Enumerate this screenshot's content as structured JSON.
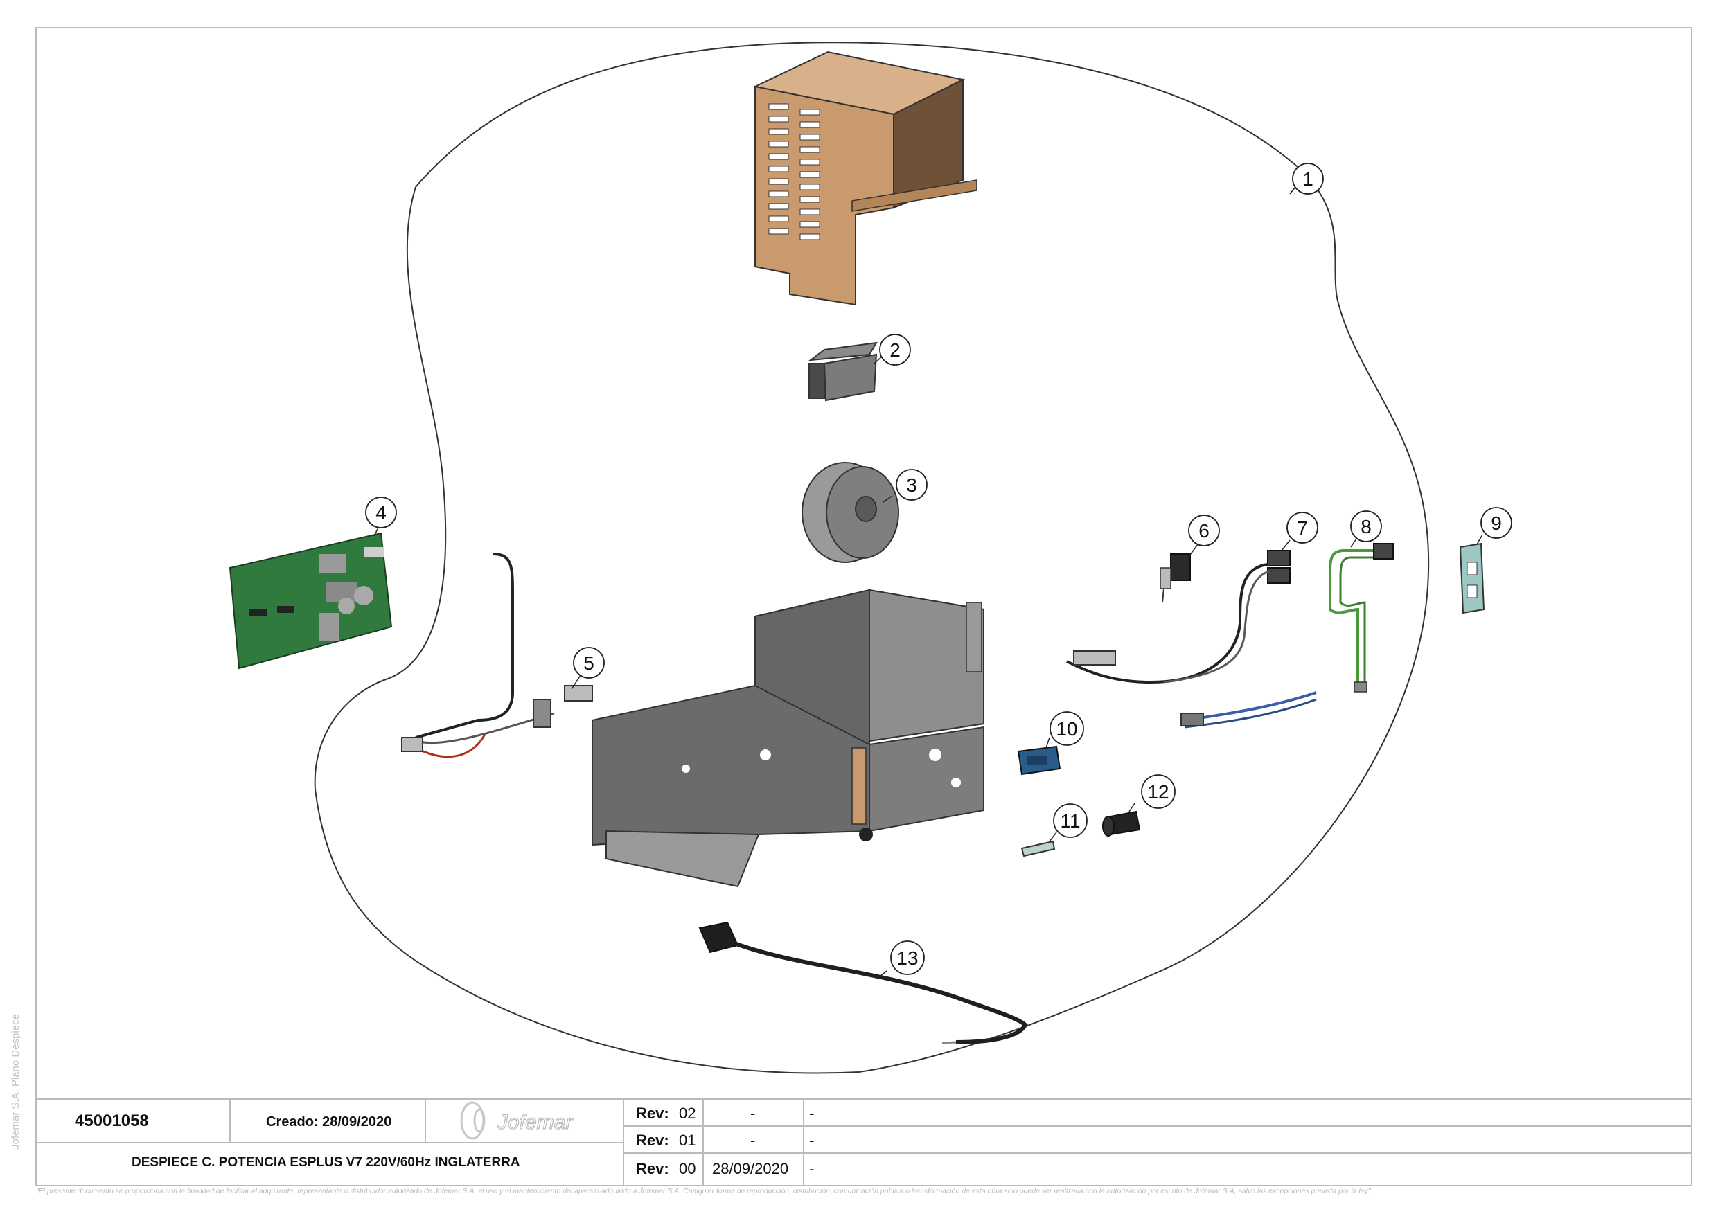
{
  "drawing": {
    "part_number": "45001058",
    "created": "Creado: 28/09/2020",
    "company": "Jofemar",
    "title": "DESPIECE C. POTENCIA ESPLUS V7 220V/60Hz INGLATERRA",
    "side_label": "Jofemar S.A. Plano Despiece",
    "disclaimer": "\"El presente documento se proporciona con la finalidad de facilitar al adquirente, representante o distribuidor autorizado de Jofemar S.A. el uso y el mantenimiento del aparato adquirido a Jofemar S.A. Cualquier forma de reproducción, distribución, comunicación pública o transformación de esta obra solo puede ser realizada con la autorización por escrito de Jofemar S.A, salvo las excepciones prevista por la ley\"."
  },
  "revisions": [
    {
      "label": "Rev:",
      "number": "02",
      "date": "-",
      "note": "-"
    },
    {
      "label": "Rev:",
      "number": "01",
      "date": "-",
      "note": "-"
    },
    {
      "label": "Rev:",
      "number": "00",
      "date": "28/09/2020",
      "note": "-"
    }
  ],
  "callouts": [
    "1",
    "2",
    "3",
    "4",
    "5",
    "6",
    "7",
    "8",
    "9",
    "10",
    "11",
    "12",
    "13"
  ],
  "colors": {
    "cover": "#c99a6e",
    "chassis": "#6b6b6b",
    "pcb": "#2f7a3c",
    "green_wire": "#4a9a3a",
    "blue_wire": "#3a5fa8",
    "blue_part": "#2a5c8a",
    "teal_plate": "#9cc7c2",
    "line": "#222222"
  }
}
